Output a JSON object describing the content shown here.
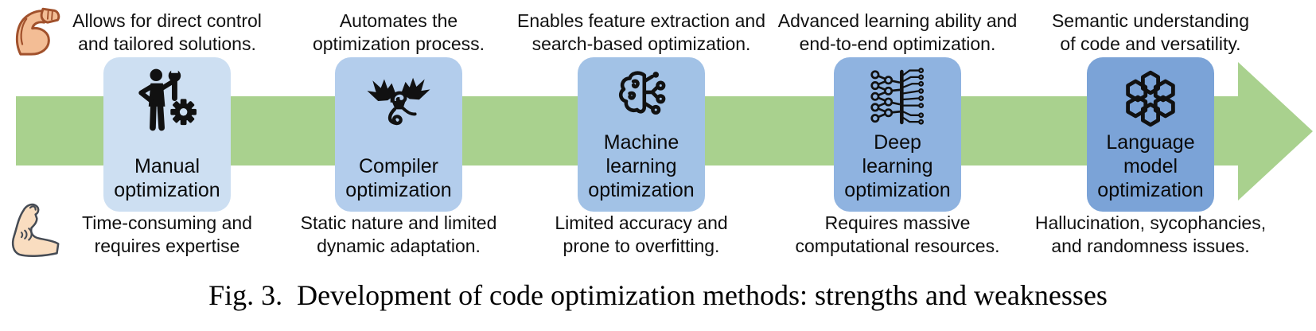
{
  "figure": {
    "caption": "Fig. 3.  Development of code optimization methods: strengths and weaknesses",
    "colors": {
      "arrow_green": "#a9d18e",
      "icon_black": "#111111"
    },
    "legend": {
      "strength_marker": "flexed-biceps-emoji",
      "weakness_marker": "weak-arm-emoji"
    },
    "stages": [
      {
        "label": "Manual\noptimization",
        "icon": "manual-worker-gear-icon",
        "box_color": "#cddff2",
        "strength": "Allows for direct control\nand tailored solutions.",
        "weakness": "Time-consuming and\nrequires expertise"
      },
      {
        "label": "Compiler\noptimization",
        "icon": "dragon-icon",
        "box_color": "#b3cdec",
        "strength": "Automates the\noptimization process.",
        "weakness": "Static nature and limited\ndynamic adaptation."
      },
      {
        "label": "Machine\nlearning\noptimization",
        "icon": "brain-circuit-icon",
        "box_color": "#a2c2e6",
        "strength": "Enables feature extraction and\nsearch-based optimization.",
        "weakness": "Limited accuracy and\nprone to overfitting."
      },
      {
        "label": "Deep\nlearning\noptimization",
        "icon": "neural-network-circuit-icon",
        "box_color": "#8fb3e0",
        "strength": "Advanced learning ability and\nend-to-end optimization.",
        "weakness": "Requires massive\ncomputational resources."
      },
      {
        "label": "Language\nmodel\noptimization",
        "icon": "openai-logo-icon",
        "box_color": "#7ba3d7",
        "strength": "Semantic understanding\nof code and versatility.",
        "weakness": "Hallucination, sycophancies,\nand randomness issues."
      }
    ]
  }
}
